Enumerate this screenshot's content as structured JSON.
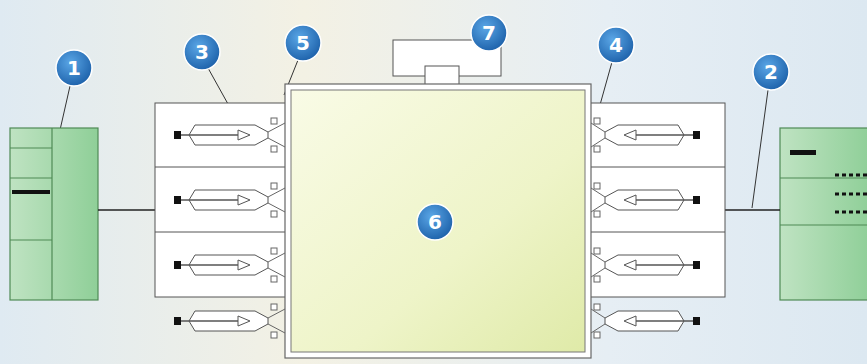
{
  "diagram": {
    "labels": [
      "1",
      "3",
      "5",
      "7",
      "4",
      "2",
      "6"
    ]
  }
}
